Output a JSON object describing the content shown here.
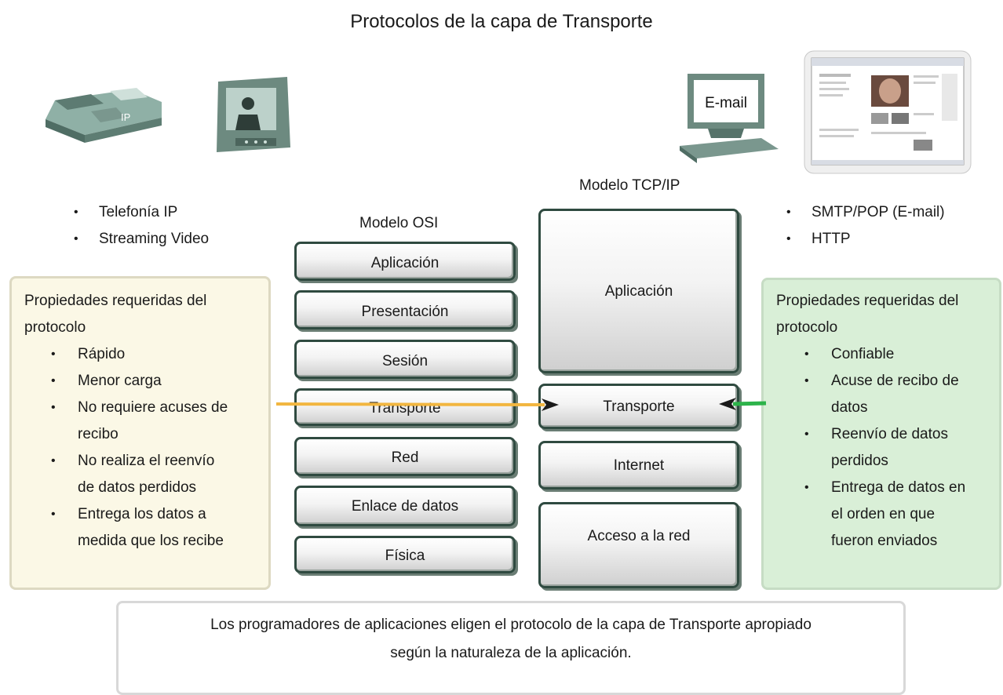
{
  "title": "Protocolos de la capa de Transporte",
  "left_apps": [
    "Telefonía IP",
    "Streaming Video"
  ],
  "right_apps": [
    "SMTP/POP (E-mail)",
    "HTTP"
  ],
  "email_label": "E-mail",
  "phone_label": "IP",
  "osi": {
    "label": "Modelo OSI",
    "layers": [
      "Aplicación",
      "Presentación",
      "Sesión",
      "Transporte",
      "Red",
      "Enlace de datos",
      "Física"
    ]
  },
  "tcpip": {
    "label": "Modelo TCP/IP",
    "layers": [
      "Aplicación",
      "Transporte",
      "Internet",
      "Acceso a la red"
    ]
  },
  "left_props": {
    "heading_line1": "Propiedades requeridas del",
    "heading_line2": "protocolo",
    "items": [
      [
        "Rápido"
      ],
      [
        "Menor carga"
      ],
      [
        "No requiere acuses de",
        "recibo"
      ],
      [
        "No realiza el reenvío",
        "de datos perdidos"
      ],
      [
        "Entrega los datos a",
        "medida que los recibe"
      ]
    ]
  },
  "right_props": {
    "heading_line1": "Propiedades requeridas del",
    "heading_line2": "protocolo",
    "items": [
      [
        "Confiable"
      ],
      [
        "Acuse de recibo de",
        "datos"
      ],
      [
        "Reenvío de datos",
        "perdidos"
      ],
      [
        "Entrega de datos en",
        "el orden en que",
        "fueron enviados"
      ]
    ]
  },
  "footer_line1": "Los programadores de aplicaciones eligen el protocolo de la capa de Transporte apropiado",
  "footer_line2": "según la naturaleza de la aplicación.",
  "colors": {
    "left_box": "#fbf8e6",
    "right_box": "#d9efd7",
    "left_arrow": "#f2b640",
    "right_arrow": "#2db34a",
    "layer_border": "#2f4a40",
    "device": "#6d8a80"
  }
}
